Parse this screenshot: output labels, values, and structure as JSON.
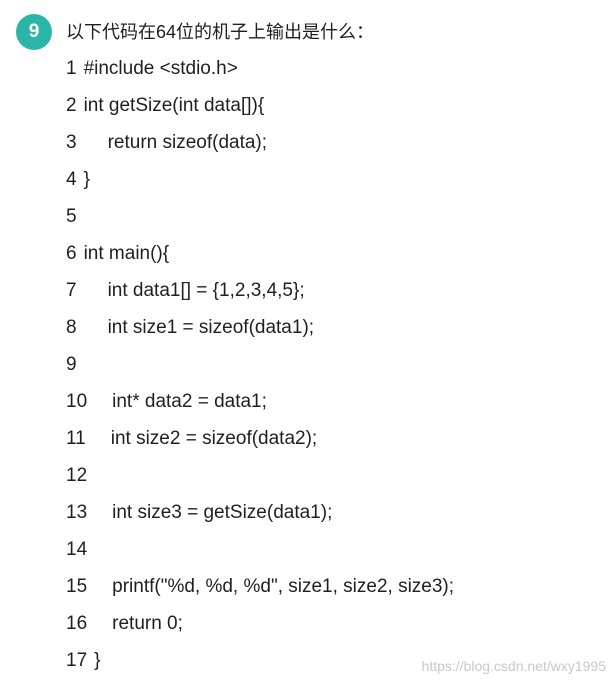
{
  "question": {
    "number": "9",
    "text": "以下代码在64位的机子上输出是什么："
  },
  "code_lines": [
    {
      "no": "1",
      "indent": 0,
      "text": "#include <stdio.h>"
    },
    {
      "no": "2",
      "indent": 0,
      "text": "int getSize(int data[]){"
    },
    {
      "no": "3",
      "indent": 24,
      "text": "return sizeof(data);"
    },
    {
      "no": "4",
      "indent": 0,
      "text": "}"
    },
    {
      "no": "5",
      "indent": 0,
      "text": ""
    },
    {
      "no": "6",
      "indent": 0,
      "text": "int main(){"
    },
    {
      "no": "7",
      "indent": 24,
      "text": "int data1[] = {1,2,3,4,5};"
    },
    {
      "no": "8",
      "indent": 24,
      "text": "int size1 = sizeof(data1);"
    },
    {
      "no": "9",
      "indent": 0,
      "text": ""
    },
    {
      "no": "10",
      "indent": 18,
      "text": "int* data2 = data1;"
    },
    {
      "no": "11",
      "indent": 18,
      "text": "int size2 = sizeof(data2);"
    },
    {
      "no": "12",
      "indent": 0,
      "text": ""
    },
    {
      "no": "13",
      "indent": 18,
      "text": "int size3 = getSize(data1);"
    },
    {
      "no": "14",
      "indent": 0,
      "text": ""
    },
    {
      "no": "15",
      "indent": 18,
      "text": "printf(\"%d, %d, %d\", size1, size2, size3);"
    },
    {
      "no": "16",
      "indent": 18,
      "text": "return 0;"
    },
    {
      "no": "17",
      "indent": 0,
      "text": "}"
    }
  ],
  "watermark": "https://blog.csdn.net/wxy1995",
  "colors": {
    "badge": "#2bb5a8",
    "text": "#1f1f1f",
    "watermark": "#c8c8c8"
  }
}
